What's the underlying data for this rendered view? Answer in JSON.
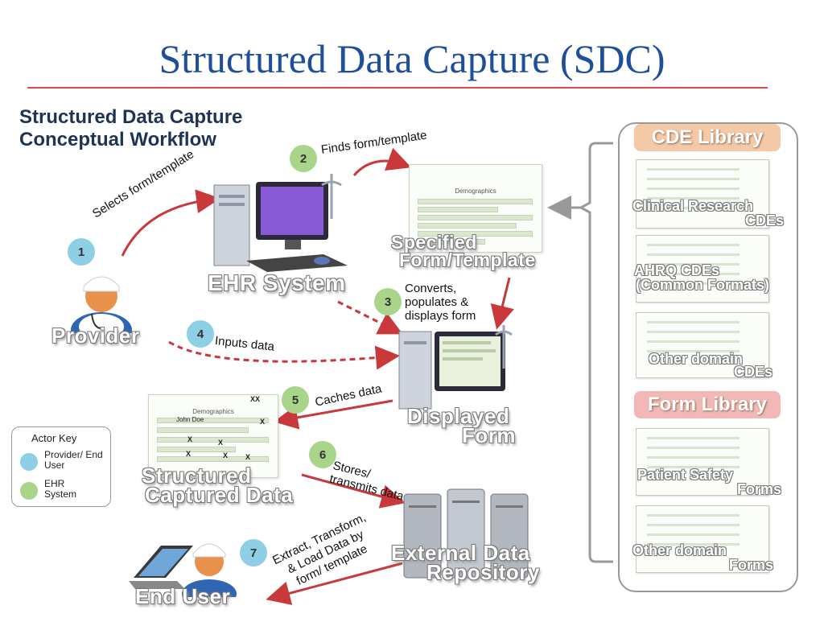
{
  "title": "Structured Data Capture (SDC)",
  "subtitle_line1": "Structured Data Capture",
  "subtitle_line2": "Conceptual Workflow",
  "steps": [
    {
      "num": "1",
      "label": "Selects form/template"
    },
    {
      "num": "2",
      "label": "Finds form/template"
    },
    {
      "num": "3",
      "label_lines": [
        "Converts,",
        "populates &",
        "displays form"
      ]
    },
    {
      "num": "4",
      "label": "Inputs data"
    },
    {
      "num": "5",
      "label": "Caches data"
    },
    {
      "num": "6",
      "label_lines": [
        "Stores/",
        "transmits data"
      ]
    },
    {
      "num": "7",
      "label_lines": [
        "Extract, Transform,",
        "& Load Data by",
        "form/ template"
      ]
    }
  ],
  "nodes": {
    "provider": "Provider",
    "ehr_system": "EHR System",
    "specified_form_1": "Specified",
    "specified_form_2": "Form/Template",
    "displayed_form_1": "Displayed",
    "displayed_form_2": "Form",
    "structured_data_1": "Structured",
    "structured_data_2": "Captured Data",
    "external_repo_1": "External Data",
    "external_repo_2": "Repository",
    "end_user": "End User"
  },
  "form_thumbs": {
    "header": "Demographics",
    "filled_name": "John Doe",
    "marks": [
      "XX",
      "X",
      "X",
      "X",
      "X",
      "X",
      "X"
    ]
  },
  "library": {
    "cde_header": "CDE Library",
    "form_header": "Form Library",
    "cde_items": [
      [
        "Clinical Research",
        "CDEs"
      ],
      [
        "AHRQ CDEs",
        "(Common Formats)"
      ],
      [
        "Other domain",
        "CDEs"
      ]
    ],
    "form_items": [
      [
        "Patient Safety",
        "Forms"
      ],
      [
        "Other domain",
        "Forms"
      ]
    ]
  },
  "actor_key": {
    "title": "Actor Key",
    "end_user": "Provider/ End User",
    "ehr": "EHR System",
    "colors": {
      "end_user": "#8ecfe6",
      "ehr": "#a9d58b"
    }
  },
  "colors": {
    "title": "#1f4e9a",
    "arrow": "#c9383a",
    "cde_header": "#f4c9a7",
    "form_header": "#f1b8b5"
  }
}
